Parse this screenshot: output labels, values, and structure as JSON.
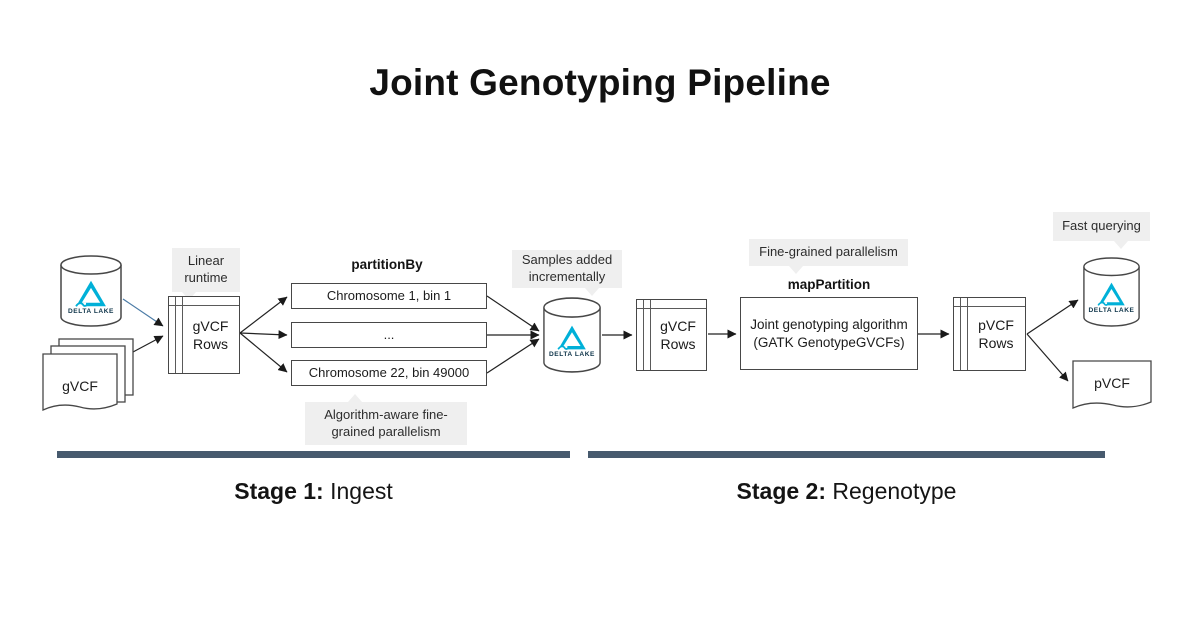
{
  "title": "Joint Genotyping Pipeline",
  "stages": {
    "stage1": {
      "label_bold": "Stage 1:",
      "label_rest": " Ingest"
    },
    "stage2": {
      "label_bold": "Stage 2:",
      "label_rest": " Regenotype"
    }
  },
  "callouts": {
    "linear_runtime": "Linear runtime",
    "samples_added": "Samples added incrementally",
    "fine_grained": "Fine-grained parallelism",
    "fast_querying": "Fast querying",
    "algorithm_aware": "Algorithm-aware fine-grained parallelism"
  },
  "operations": {
    "partition_by": "partitionBy",
    "map_partition": "mapPartition"
  },
  "nodes": {
    "delta_lake_source": {
      "label": "DELTA LAKE"
    },
    "gvcf_files": {
      "label": "gVCF"
    },
    "gvcf_rows_ingest": {
      "label": "gVCF Rows"
    },
    "partitions": [
      "Chromosome 1, bin 1",
      "...",
      "Chromosome 22, bin 49000"
    ],
    "delta_lake_store": {
      "label": "DELTA LAKE"
    },
    "gvcf_rows_regenotype": {
      "label": "gVCF Rows"
    },
    "joint_genotyping": {
      "line1": "Joint genotyping algorithm",
      "line2": "(GATK GenotypeGVCFs)"
    },
    "pvcf_rows": {
      "label": "pVCF Rows"
    },
    "delta_lake_output": {
      "label": "DELTA LAKE"
    },
    "pvcf_file": {
      "label": "pVCF"
    }
  },
  "colors": {
    "delta_cyan": "#00b0d8",
    "delta_navy": "#0e3449",
    "stage_bar": "#475a6e",
    "callout_bg": "#efefef",
    "arrow_blue": "#4b7ba6",
    "arrow_black": "#222222"
  }
}
